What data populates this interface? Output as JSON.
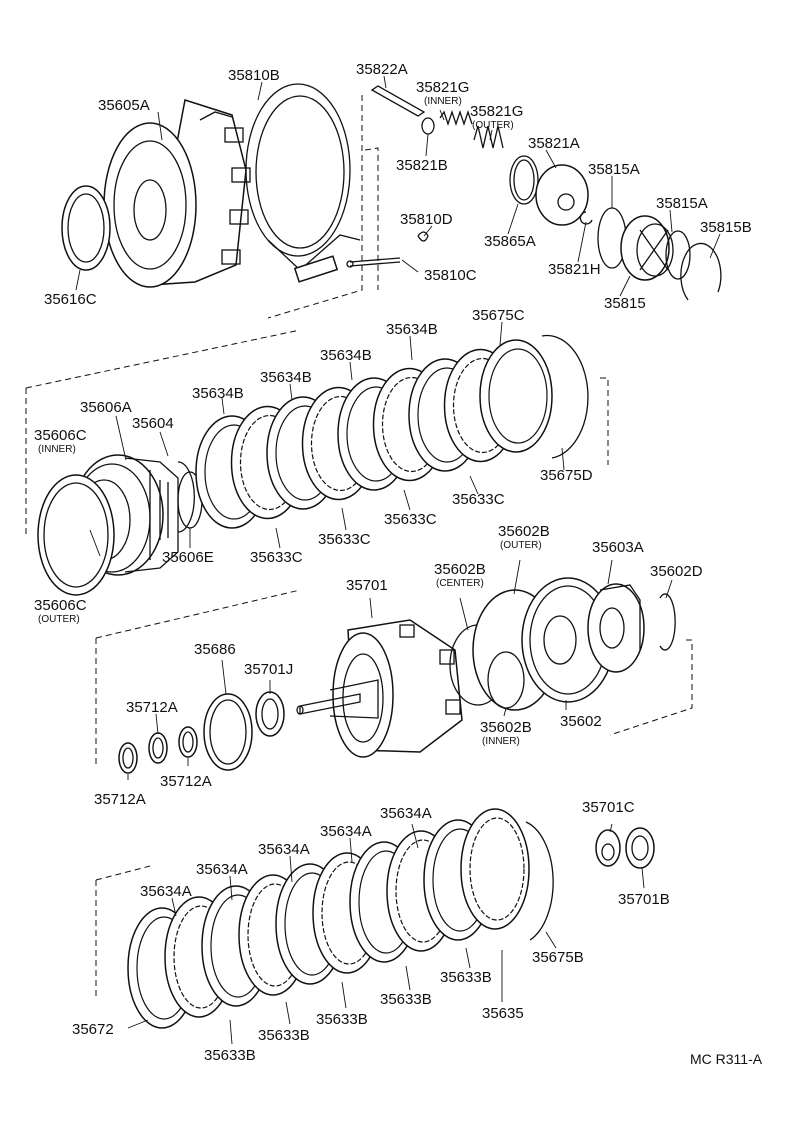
{
  "diagram_code": "MC R311-A",
  "labels": {
    "l35810B": "35810B",
    "l35605A": "35605A",
    "l35616C": "35616C",
    "l35822A": "35822A",
    "l35821G_inner": "35821G",
    "inner1": "(INNER)",
    "l35821G_outer": "35821G",
    "outer1": "(OUTER)",
    "l35821B": "35821B",
    "l35821A": "35821A",
    "l35815A_1": "35815A",
    "l35815A_2": "35815A",
    "l35815B": "35815B",
    "l35810D": "35810D",
    "l35865A": "35865A",
    "l35821H": "35821H",
    "l35810C": "35810C",
    "l35815": "35815",
    "l35675C": "35675C",
    "l35634B_1": "35634B",
    "l35634B_2": "35634B",
    "l35634B_3": "35634B",
    "l35634B_4": "35634B",
    "l35606A": "35606A",
    "l35604": "35604",
    "l35606C_inner": "35606C",
    "inner2": "(INNER)",
    "l35675D": "35675D",
    "l35633C_1": "35633C",
    "l35633C_2": "35633C",
    "l35633C_3": "35633C",
    "l35633C_4": "35633C",
    "l35606E": "35606E",
    "l35606C_outer": "35606C",
    "outer2": "(OUTER)",
    "l35602B_outer": "35602B",
    "outer3": "(OUTER)",
    "l35603A": "35603A",
    "l35602B_center": "35602B",
    "center1": "(CENTER)",
    "l35602D": "35602D",
    "l35701": "35701",
    "l35686": "35686",
    "l35701J": "35701J",
    "l35712A_1": "35712A",
    "l35712A_2": "35712A",
    "l35712A_3": "35712A",
    "l35602B_inner": "35602B",
    "inner3": "(INNER)",
    "l35602": "35602",
    "l35701C": "35701C",
    "l35701B": "35701B",
    "l35634A_1": "35634A",
    "l35634A_2": "35634A",
    "l35634A_3": "35634A",
    "l35634A_4": "35634A",
    "l35634A_5": "35634A",
    "l35675B": "35675B",
    "l35633B_1": "35633B",
    "l35633B_2": "35633B",
    "l35633B_3": "35633B",
    "l35633B_4": "35633B",
    "l35635": "35635",
    "l35672": "35672"
  }
}
